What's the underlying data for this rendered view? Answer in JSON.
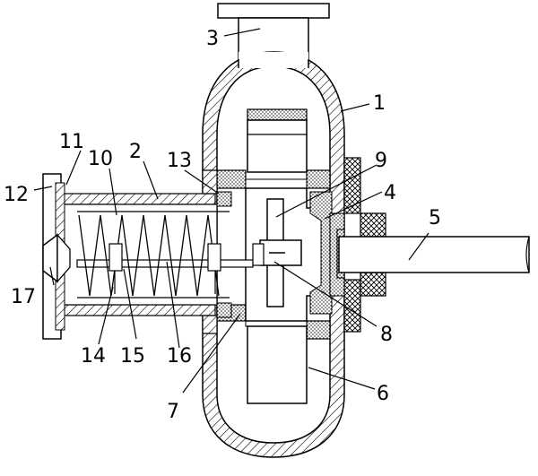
{
  "labels": {
    "l1": "1",
    "l2": "2",
    "l3": "3",
    "l4": "4",
    "l5": "5",
    "l6": "6",
    "l7": "7",
    "l8": "8",
    "l9": "9",
    "l10": "10",
    "l11": "11",
    "l12": "12",
    "l13": "13",
    "l14": "14",
    "l15": "15",
    "l16": "16",
    "l17": "17"
  },
  "colors": {
    "stroke": "#000000",
    "background": "#ffffff"
  }
}
